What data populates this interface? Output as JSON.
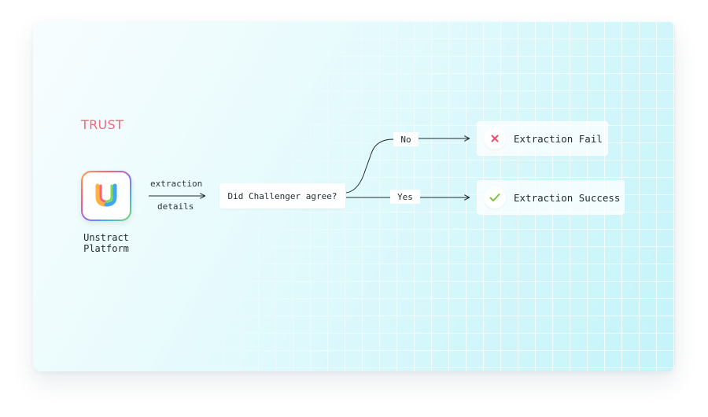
{
  "section_title": "TRUST",
  "source": {
    "name_line1": "Unstract",
    "name_line2": "Platform",
    "logo_icon": "unstract-u-logo-icon"
  },
  "input_edge": {
    "label_top": "extraction",
    "label_bottom": "details"
  },
  "decision": {
    "question": "Did Challenger agree?"
  },
  "branches": {
    "no": {
      "label": "No",
      "result": "Extraction Fail",
      "icon": "cross-icon",
      "color": "#ee4d6a"
    },
    "yes": {
      "label": "Yes",
      "result": "Extraction Success",
      "icon": "check-icon",
      "color": "#7cc142"
    }
  }
}
